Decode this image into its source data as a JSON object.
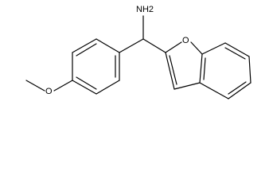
{
  "molecule": {
    "labels": {
      "amine": "NH2",
      "furan_oxygen": "O",
      "methoxy_oxygen": "O"
    }
  }
}
